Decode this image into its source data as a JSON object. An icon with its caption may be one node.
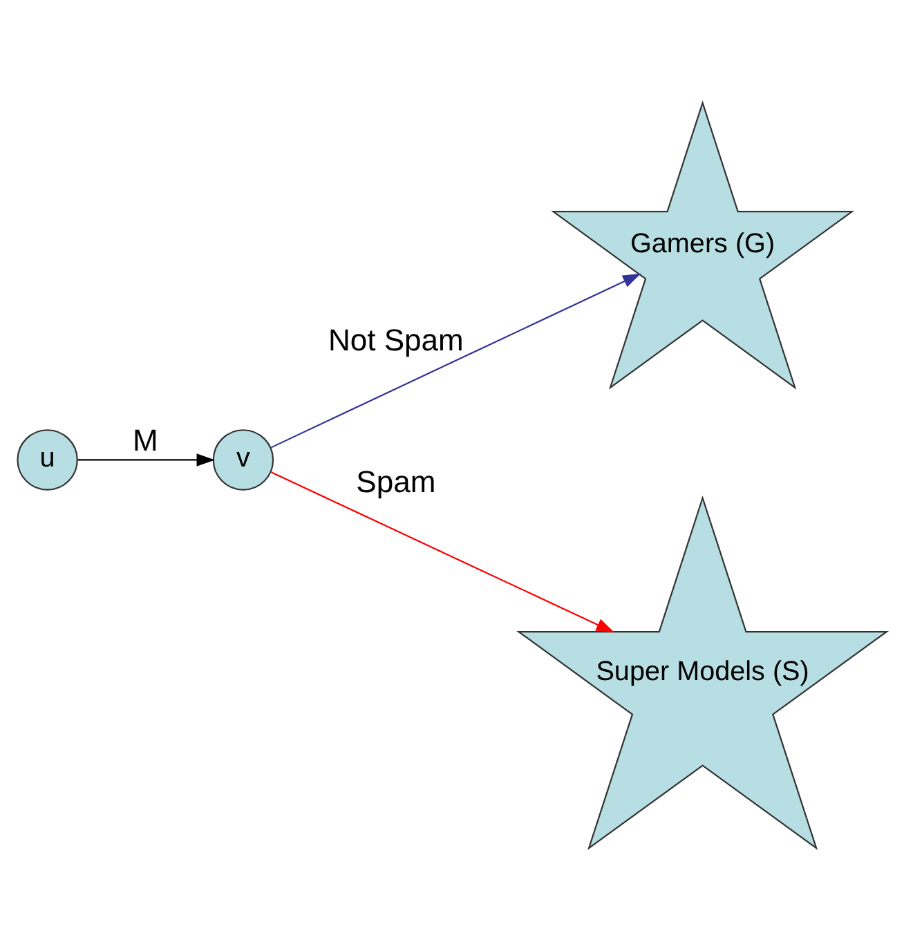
{
  "diagram": {
    "nodes": [
      {
        "text": [
          "u"
        ]
      },
      {
        "text": [
          "v"
        ]
      },
      {
        "text": [
          "Gamers (G)"
        ]
      },
      {
        "text": [
          "Super Models (S)"
        ]
      }
    ],
    "edges": [
      {
        "from": 0,
        "to": 1,
        "arrow": "to",
        "label": "M",
        "color": "#000000"
      },
      {
        "from": 1,
        "to": 2,
        "arrow": "to",
        "label": "Not Spam",
        "color": "#333399"
      },
      {
        "from": 1,
        "to": 3,
        "arrow": "to",
        "label": "Spam",
        "color": "#ff0000"
      }
    ]
  }
}
